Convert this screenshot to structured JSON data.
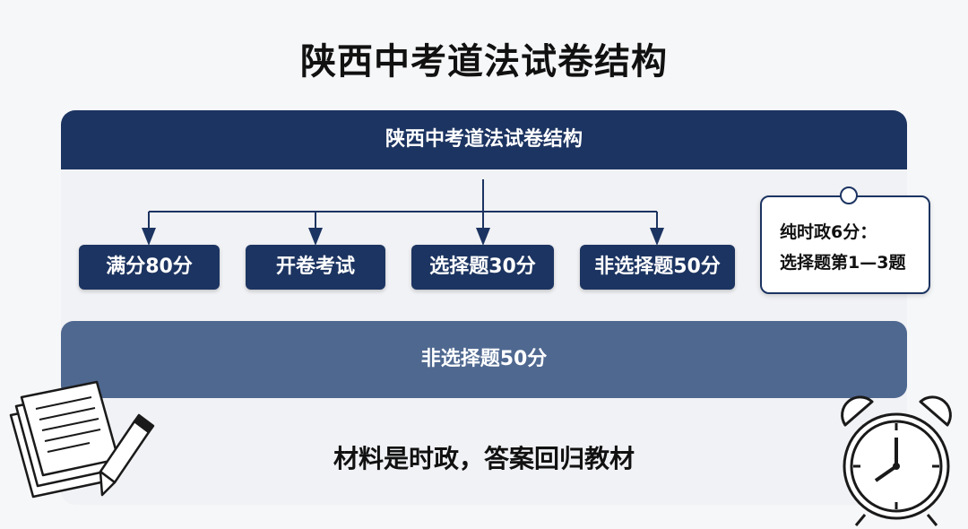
{
  "title": "陕西中考道法试卷结构",
  "header": {
    "label": "陕西中考道法试卷结构"
  },
  "nodes": [
    {
      "label": "满分80分"
    },
    {
      "label": "开卷考试"
    },
    {
      "label": "选择题30分"
    },
    {
      "label": "非选择题50分"
    }
  ],
  "note": {
    "line1": "纯时政6分：",
    "line2": "选择题第1—3题"
  },
  "band": {
    "label": "非选择题50分"
  },
  "footer": {
    "text": "材料是时政，答案回归教材"
  },
  "colors": {
    "primary": "#1c3461",
    "band": "#4f6890",
    "background": "#f6f7f9"
  },
  "icons": [
    "document-pencil-icon",
    "alarm-clock-icon"
  ]
}
